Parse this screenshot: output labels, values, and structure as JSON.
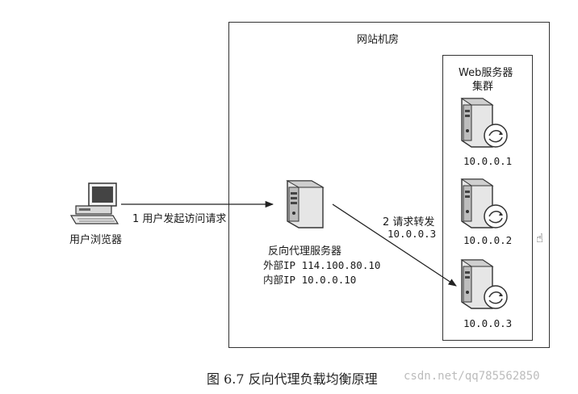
{
  "datacenter": {
    "title": "网站机房"
  },
  "cluster": {
    "title_line1": "Web服务器",
    "title_line2": "集群"
  },
  "browser": {
    "label": "用户浏览器"
  },
  "proxy": {
    "label": "反向代理服务器",
    "external_ip": "外部IP  114.100.80.10",
    "internal_ip": "内部IP  10.0.0.10"
  },
  "arrows": {
    "request": "1 用户发起访问请求",
    "forward": "2 请求转发",
    "forward_ip": "10.0.0.3"
  },
  "servers": [
    {
      "ip": "10.0.0.1"
    },
    {
      "ip": "10.0.0.2"
    },
    {
      "ip": "10.0.0.3"
    }
  ],
  "caption": "图 6.7    反向代理负载均衡原理",
  "watermark": "csdn.net/qq785562850",
  "colors": {
    "line": "#222222",
    "server_body": "#e6e6e6",
    "server_dark": "#555555"
  }
}
